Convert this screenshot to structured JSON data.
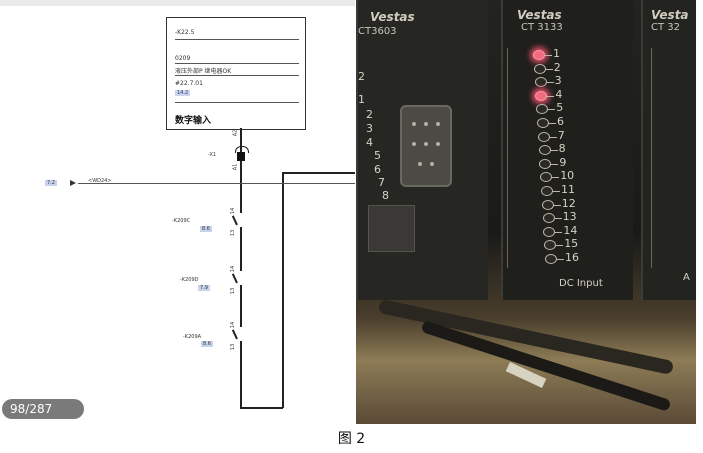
{
  "schematic": {
    "title_block": {
      "line1": "-K22.5",
      "line2": "0209",
      "line3": "液压外部P 继电器OK",
      "line4": "#22.7.01",
      "tag": "14.2",
      "heading": "数字输入"
    },
    "terminal_labels": [
      "A2",
      "A1"
    ],
    "connector_label": "-X1",
    "input_ref": "7.2",
    "input_label": "<WD24>",
    "contacts": [
      {
        "name": "-K209C",
        "ref": "8.6",
        "pins": [
          "14",
          "13"
        ]
      },
      {
        "name": "-K209D",
        "ref": "7.9",
        "pins": [
          "14",
          "13"
        ]
      },
      {
        "name": "-K209A",
        "ref": "8.6",
        "pins": [
          "14",
          "13"
        ]
      }
    ],
    "page_indicator": "98/287"
  },
  "photo": {
    "modules": [
      {
        "brand": "Vestas",
        "name": "CT3603",
        "inputs": [
          "2",
          "1",
          "2",
          "3",
          "4",
          "5",
          "6",
          "7",
          "8"
        ]
      },
      {
        "brand": "Vestas",
        "name": "CT 3133",
        "footer": "DC Input",
        "leds": [
          {
            "n": "1",
            "on": true
          },
          {
            "n": "2",
            "on": false
          },
          {
            "n": "3",
            "on": false
          },
          {
            "n": "4",
            "on": true
          },
          {
            "n": "5",
            "on": false
          },
          {
            "n": "6",
            "on": false
          },
          {
            "n": "7",
            "on": false
          },
          {
            "n": "8",
            "on": false
          },
          {
            "n": "9",
            "on": false
          },
          {
            "n": "10",
            "on": false
          },
          {
            "n": "11",
            "on": false
          },
          {
            "n": "12",
            "on": false
          },
          {
            "n": "13",
            "on": false
          },
          {
            "n": "14",
            "on": false
          },
          {
            "n": "15",
            "on": false
          },
          {
            "n": "16",
            "on": false
          }
        ]
      },
      {
        "brand": "Vesta",
        "name": "CT 32",
        "footer": "A"
      }
    ]
  },
  "caption": "图 2"
}
